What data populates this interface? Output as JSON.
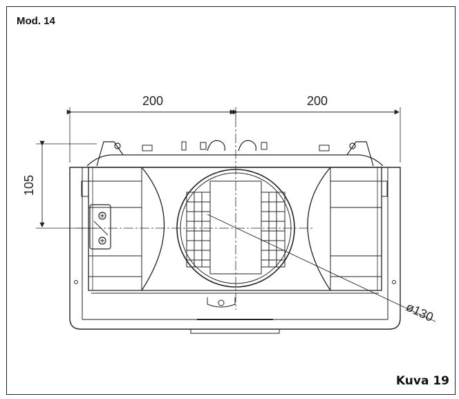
{
  "header": {
    "model": "Mod. 14"
  },
  "footer": {
    "figure": "Kuva 19"
  },
  "dimensions": {
    "left_width": "200",
    "right_width": "200",
    "height": "105",
    "diameter": "ø130"
  },
  "colors": {
    "line": "#222222",
    "background": "#ffffff"
  }
}
